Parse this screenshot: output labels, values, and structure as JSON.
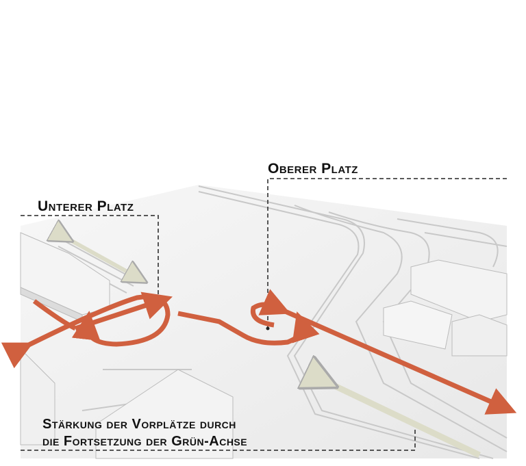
{
  "labels": {
    "upper_square": "Oberer Platz",
    "lower_square": "Unterer Platz",
    "caption_line1": "Stärkung der Vorplätze durch",
    "caption_line2": "die Fortsetzung der Grün-Achse"
  },
  "colors": {
    "path_arrow": "#d0603f",
    "green_axis_arrow": "#dcdcc8",
    "model_white": "#f2f2f2",
    "model_edge": "#bdbdbd",
    "text": "#111111"
  }
}
